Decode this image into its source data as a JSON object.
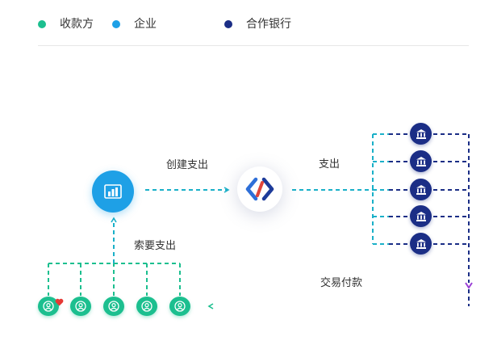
{
  "legend": [
    {
      "label": "收款方",
      "color": "#1cbf8f"
    },
    {
      "label": "企业",
      "color": "#1ea0e6"
    },
    {
      "label": "合作银行",
      "color": "#1b2e86"
    }
  ],
  "edges": {
    "create_payment": "创建支出",
    "payout": "支出",
    "request_payment": "索要支出",
    "transaction_payment": "交易付款"
  },
  "nodes": {
    "enterprise_icon": "bar-chart-icon",
    "platform_icon": "platform-logo-icon",
    "bank_icon": "bank-icon",
    "payee_icon": "user-icon",
    "bank_count": 5,
    "payee_count": 5
  },
  "colors": {
    "payee": "#1cbf8f",
    "enterprise": "#1ea0e6",
    "bank": "#1b2e86",
    "flow_line": "#1ab0c8",
    "bank_line": "#1b2e86",
    "accent": "#9b3fd6",
    "heart": "#e53935"
  }
}
